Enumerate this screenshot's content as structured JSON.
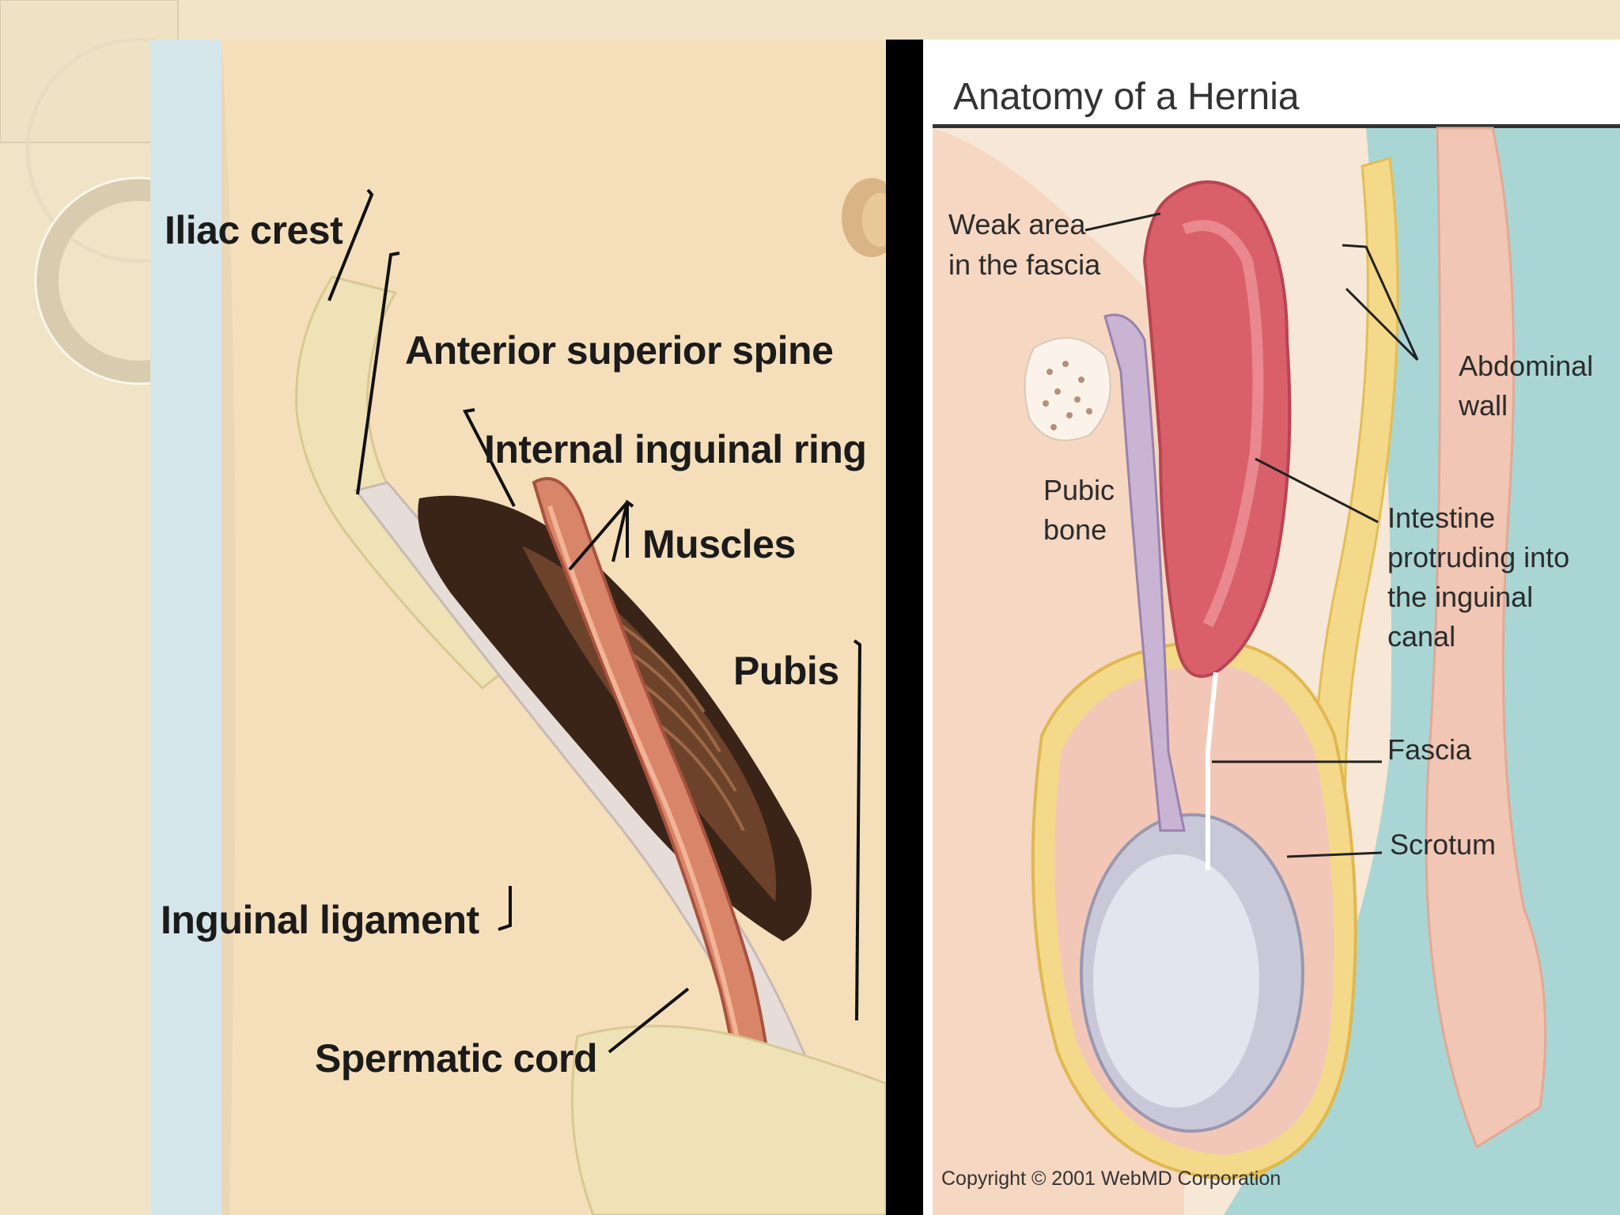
{
  "left_figure": {
    "labels": {
      "iliac_crest": "Iliac crest",
      "anterior_superior_spine": "Anterior superior spine",
      "internal_inguinal_ring": "Internal inguinal ring",
      "muscles": "Muscles",
      "pubis": "Pubis",
      "inguinal_ligament": "Inguinal ligament",
      "spermatic_cord": "Spermatic cord"
    }
  },
  "right_figure": {
    "title": "Anatomy of a Hernia",
    "labels": {
      "weak_area_line1": "Weak area",
      "weak_area_line2": "in the fascia",
      "pubic_bone_line1": "Pubic",
      "pubic_bone_line2": "bone",
      "abdominal_wall_line1": "Abdominal",
      "abdominal_wall_line2": "wall",
      "intestine_line1": "Intestine",
      "intestine_line2": "protruding into",
      "intestine_line3": "the inguinal",
      "intestine_line4": "canal",
      "fascia": "Fascia",
      "scrotum": "Scrotum"
    },
    "copyright": "Copyright © 2001 WebMD Corporation"
  },
  "colors": {
    "slide_background": "#f1e4c6",
    "divider": "#000000",
    "right_background_teal": "#a9d6d4",
    "skin": "#f3dcb6",
    "hernia_red": "#d9606a"
  }
}
